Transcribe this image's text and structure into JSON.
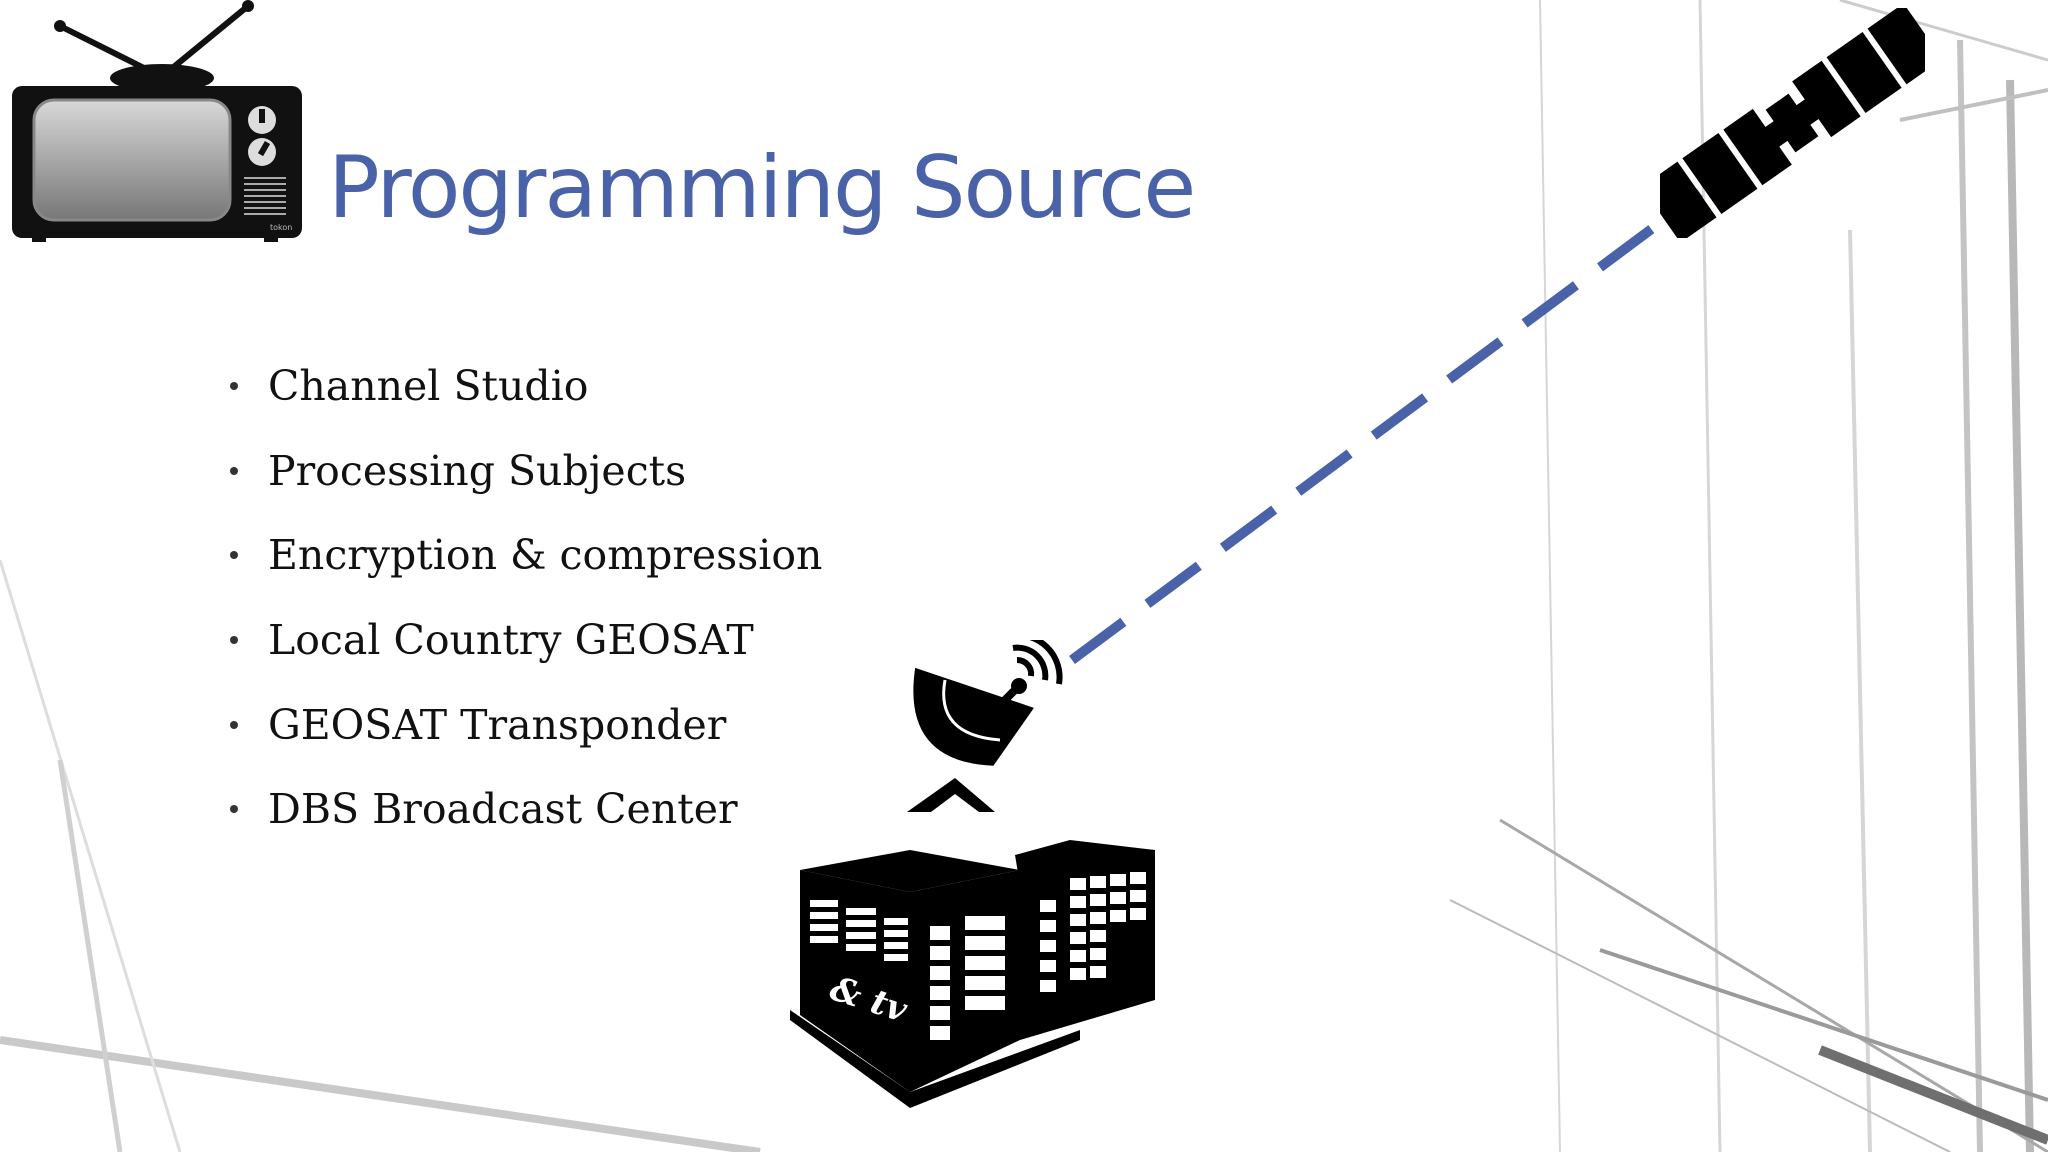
{
  "slide": {
    "title": "Programming Source",
    "bullets": [
      "Channel Studio",
      "Processing Subjects",
      "Encryption & compression",
      "Local Country GEOSAT",
      "GEOSAT Transponder",
      "DBS Broadcast Center"
    ],
    "tv_brand": "tokon",
    "building_sign": "& tv"
  },
  "colors": {
    "title": "#4a63a8",
    "uplink_dash": "#4a63a8",
    "text": "#111111",
    "icon": "#000000"
  },
  "icons": [
    "tv-icon",
    "satellite-icon",
    "satellite-dish-icon",
    "broadcast-building-icon"
  ]
}
